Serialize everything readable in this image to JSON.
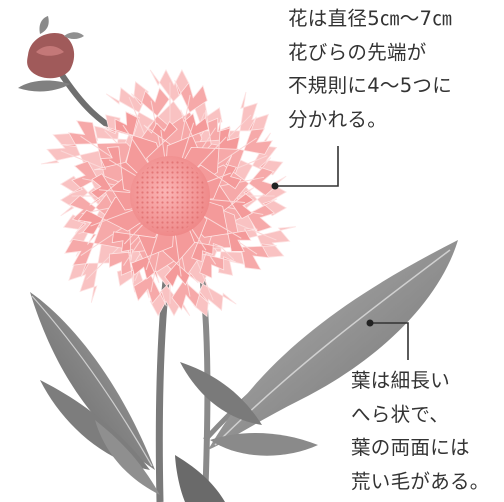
{
  "annotations": {
    "flower": {
      "lines": [
        "花は直径5㎝～7㎝",
        "花びらの先端が",
        "不規則に4～5つに",
        "分かれる。"
      ]
    },
    "leaf": {
      "lines": [
        "葉は細長い",
        "へら状で、",
        "葉の両面には",
        "荒い毛がある。"
      ]
    }
  },
  "colors": {
    "petal": "#f5a3a3",
    "petal_light": "#fbd0d0",
    "center": "#f08c8c",
    "leaf": "#8c8c8c",
    "stem": "#7a7a7a",
    "bud": "#9a5a5a",
    "callout_line": "#333333"
  }
}
